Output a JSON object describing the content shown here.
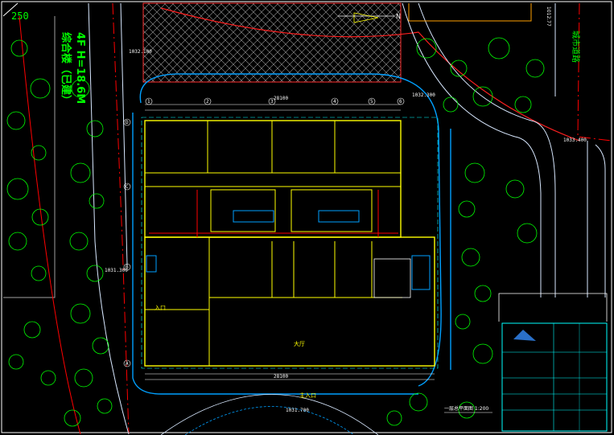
{
  "labels": {
    "corner_number": "250",
    "building_name": "综合楼（已建）",
    "building_floors": "4F  H=18.6M",
    "road_right": "城市道路",
    "coord_right": "1012.77",
    "north": "N",
    "room_hall": "大厅",
    "entrance_main": "主入口",
    "entrance_side": "入口",
    "plan_title": "一层总平面图  1:200",
    "dim_top_total": "28100",
    "dim_bottom_total": "28100",
    "elev_left": "1031.300",
    "elev_bottom": "1031.700",
    "elev_topleft": "1032.100",
    "elev_topright": "1032.300",
    "elev_right": "1033.400"
  },
  "axes": {
    "top": [
      "1",
      "2",
      "3",
      "4",
      "5",
      "6"
    ],
    "left": [
      "D",
      "C",
      "B",
      "A"
    ]
  },
  "colors": {
    "wall": "#ffff00",
    "road": "#00a0ff",
    "tree": "#00ff00",
    "redline": "#ff0000",
    "frame": "#00ffff"
  }
}
